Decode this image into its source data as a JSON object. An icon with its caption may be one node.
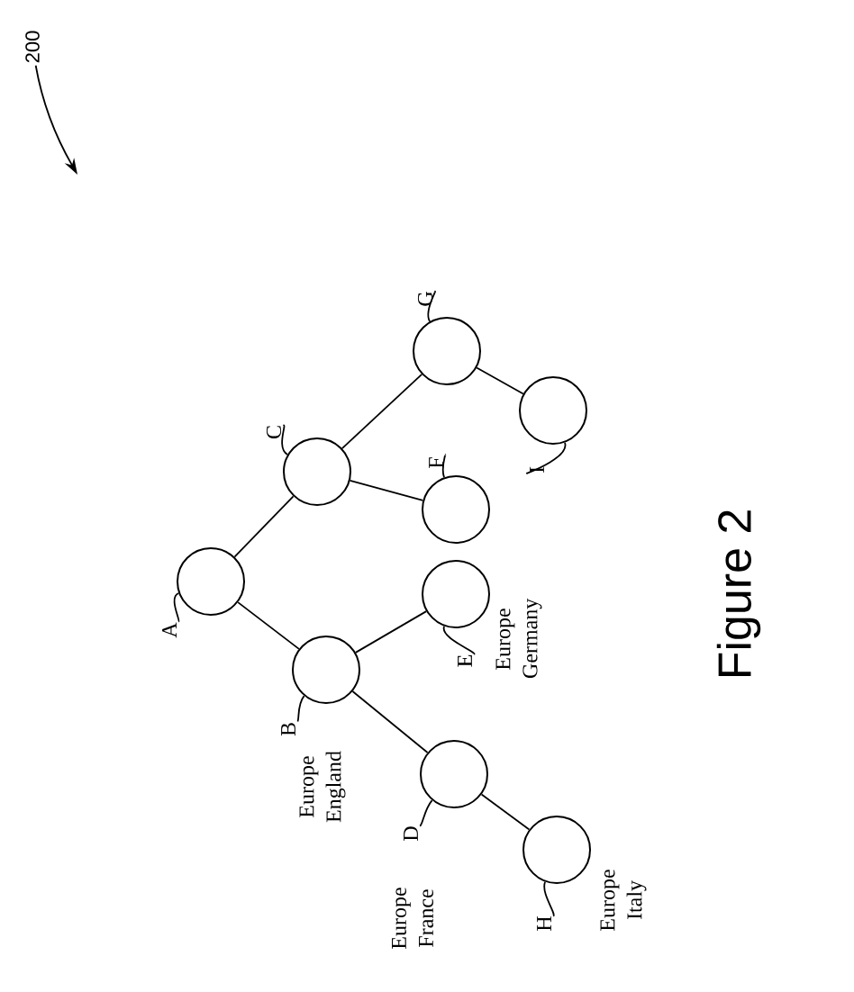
{
  "diagram": {
    "caption": "Figure 2",
    "nodes": [
      {
        "text": [
          "200"
        ]
      },
      {
        "text": [],
        "shape": "circle"
      },
      {
        "text": [],
        "shape": "circle"
      },
      {
        "text": [],
        "shape": "circle"
      },
      {
        "text": [],
        "shape": "circle"
      },
      {
        "text": [],
        "shape": "circle"
      },
      {
        "text": [],
        "shape": "circle"
      },
      {
        "text": [],
        "shape": "circle"
      },
      {
        "text": [],
        "shape": "circle"
      },
      {
        "text": [],
        "shape": "circle"
      },
      {
        "text": [
          "A"
        ]
      },
      {
        "text": [
          "B"
        ]
      },
      {
        "text": [
          "C"
        ]
      },
      {
        "text": [
          "D"
        ]
      },
      {
        "text": [
          "E"
        ]
      },
      {
        "text": [
          "F"
        ]
      },
      {
        "text": [
          "G"
        ]
      },
      {
        "text": [
          "H"
        ]
      },
      {
        "text": [
          "I"
        ]
      }
    ],
    "edges": [
      {
        "from": 1,
        "to": 2,
        "arrow": "none"
      },
      {
        "from": 1,
        "to": 3,
        "arrow": "none"
      },
      {
        "from": 2,
        "to": 4,
        "arrow": "none"
      },
      {
        "from": 2,
        "to": 5,
        "arrow": "none"
      },
      {
        "from": 3,
        "to": 6,
        "arrow": "none"
      },
      {
        "from": 3,
        "to": 7,
        "arrow": "none"
      },
      {
        "from": 4,
        "to": 8,
        "arrow": "none"
      },
      {
        "from": 7,
        "to": 9,
        "arrow": "none"
      },
      {
        "from": 10,
        "to": 1,
        "arrow": "none"
      },
      {
        "from": 11,
        "to": 2,
        "arrow": "none"
      },
      {
        "from": 12,
        "to": 3,
        "arrow": "none"
      },
      {
        "from": 13,
        "to": 4,
        "arrow": "none"
      },
      {
        "from": 14,
        "to": 5,
        "arrow": "none"
      },
      {
        "from": 15,
        "to": 6,
        "arrow": "none"
      },
      {
        "from": 16,
        "to": 7,
        "arrow": "none"
      },
      {
        "from": 17,
        "to": 8,
        "arrow": "none"
      },
      {
        "from": 18,
        "to": 9,
        "arrow": "none"
      },
      {
        "from": 0,
        "to": null,
        "arrow": "to"
      }
    ],
    "labels": [
      "Europe England",
      "Europe Germany",
      "Europe France",
      "Europe Italy"
    ]
  }
}
